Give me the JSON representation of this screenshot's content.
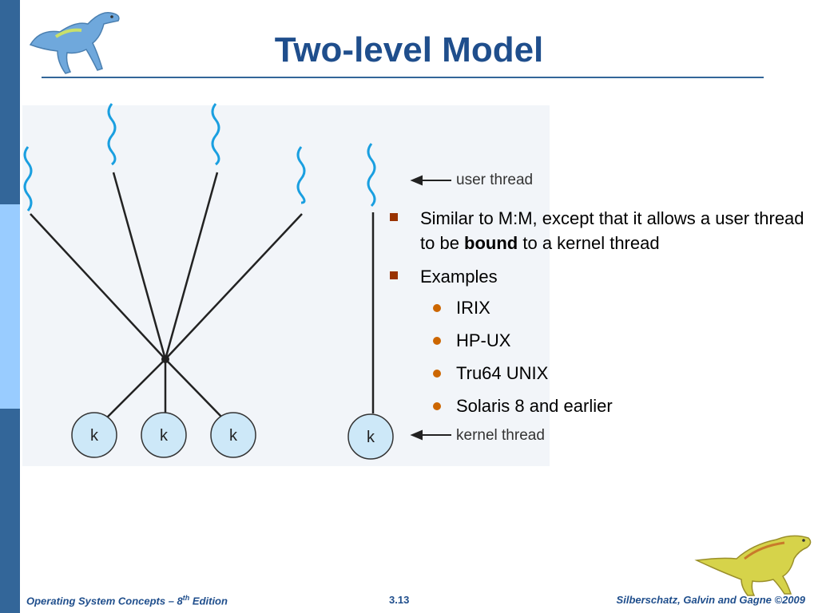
{
  "slide": {
    "title": "Two-level Model",
    "diagram": {
      "user_label": "user thread",
      "kernel_label": "kernel thread",
      "kernel_node_label": "k"
    },
    "bullets": [
      {
        "text_before": "Similar to M:M, except that it allows a user thread to be ",
        "bold": "bound",
        "text_after": " to a kernel thread"
      },
      {
        "text": "Examples",
        "sub": [
          "IRIX",
          "HP-UX",
          "Tru64 UNIX",
          "Solaris 8 and earlier"
        ]
      }
    ],
    "footer": {
      "left_main": "Operating System Concepts – 8",
      "left_sup": "th",
      "left_end": " Edition",
      "center": "3.13",
      "right": "Silberschatz, Galvin and Gagne ©2009"
    }
  },
  "colors": {
    "accent": "#1f4e8c",
    "sidebar": "#336699",
    "sidebar_light": "#99ccff",
    "bullet_square": "#993300",
    "bullet_dot": "#cc6600",
    "thread_wave": "#1a9fe0",
    "kernel_fill": "#cde8f8"
  }
}
